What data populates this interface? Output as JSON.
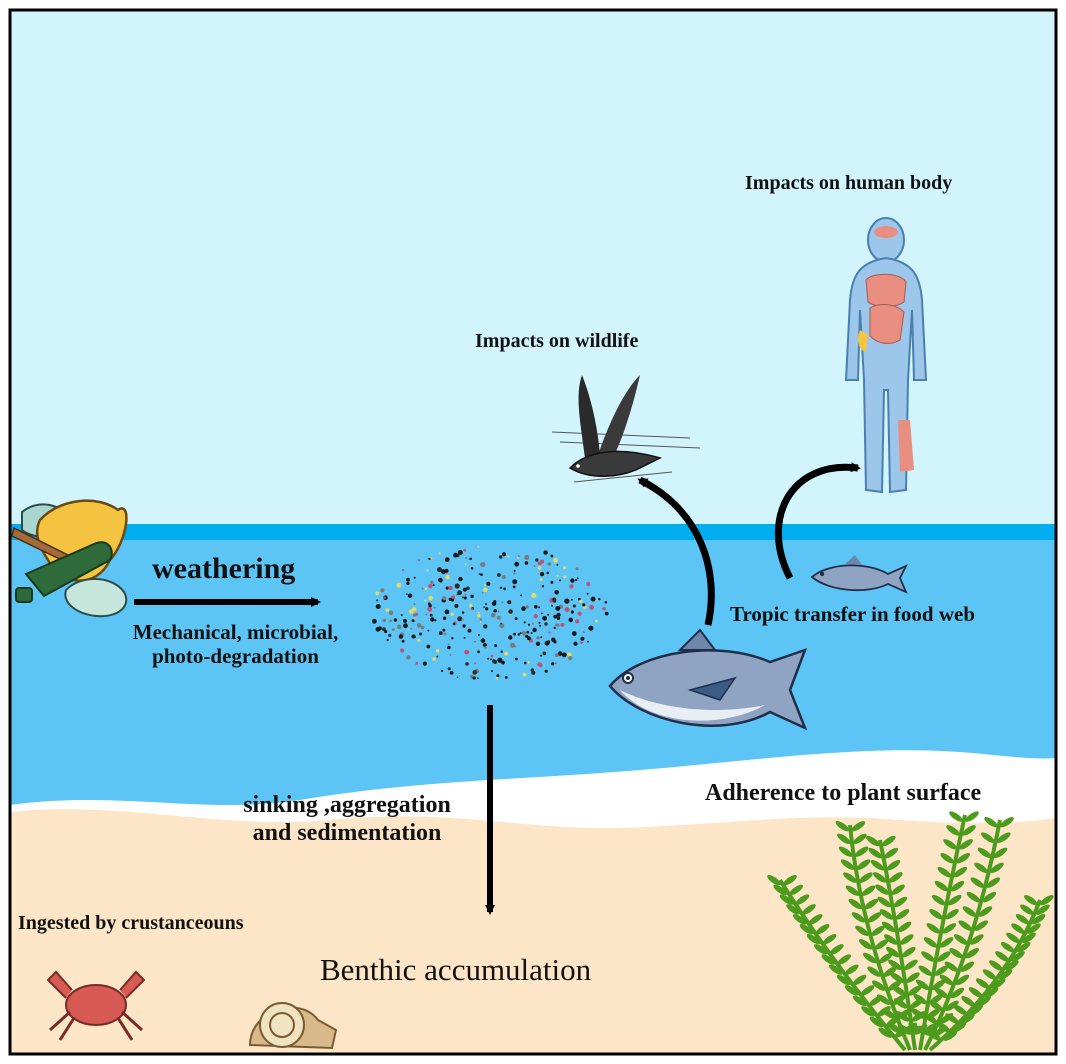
{
  "labels": {
    "human_impacts": "Impacts on human body",
    "wildlife_impacts": "Impacts on wildlife",
    "weathering": "weathering",
    "degradation_line1": "Mechanical, microbial,",
    "degradation_line2": "photo-degradation",
    "tropic_transfer": "Tropic transfer in food web",
    "adherence": "Adherence to plant surface",
    "sinking_line1": "sinking ,aggregation",
    "sinking_line2": "and sedimentation",
    "ingested": "Ingested by crustanceouns",
    "benthic": "Benthic accumulation"
  },
  "colors": {
    "sky": "#d2f4fd",
    "sea_band": "#00aef0",
    "sea": "#5cc5f5",
    "foam": "#ffffff",
    "sand": "#fde6c7",
    "seaweed": "#4c9b1c",
    "arrow": "#000000"
  }
}
